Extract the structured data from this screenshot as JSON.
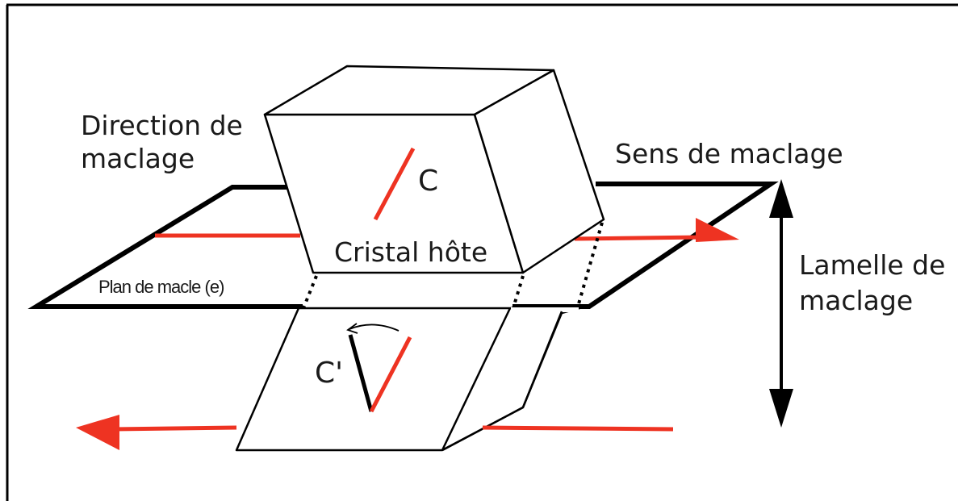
{
  "labels": {
    "direction_line1": "Direction de",
    "direction_line2": "maclage",
    "sens": "Sens de maclage",
    "lamelle_line1": "Lamelle de",
    "lamelle_line2": "maclage",
    "cristal": "Cristal hôte",
    "plan": "Plan de macle (e)",
    "c": "C",
    "c_prime": "C'"
  },
  "colors": {
    "line": "#000000",
    "accent": "#ee3322",
    "text": "#1a1a1a",
    "background": "#ffffff"
  },
  "icons": [
    "double-headed-arrow-icon",
    "left-arrow-icon",
    "right-arrow-icon",
    "curved-arrow-icon"
  ]
}
